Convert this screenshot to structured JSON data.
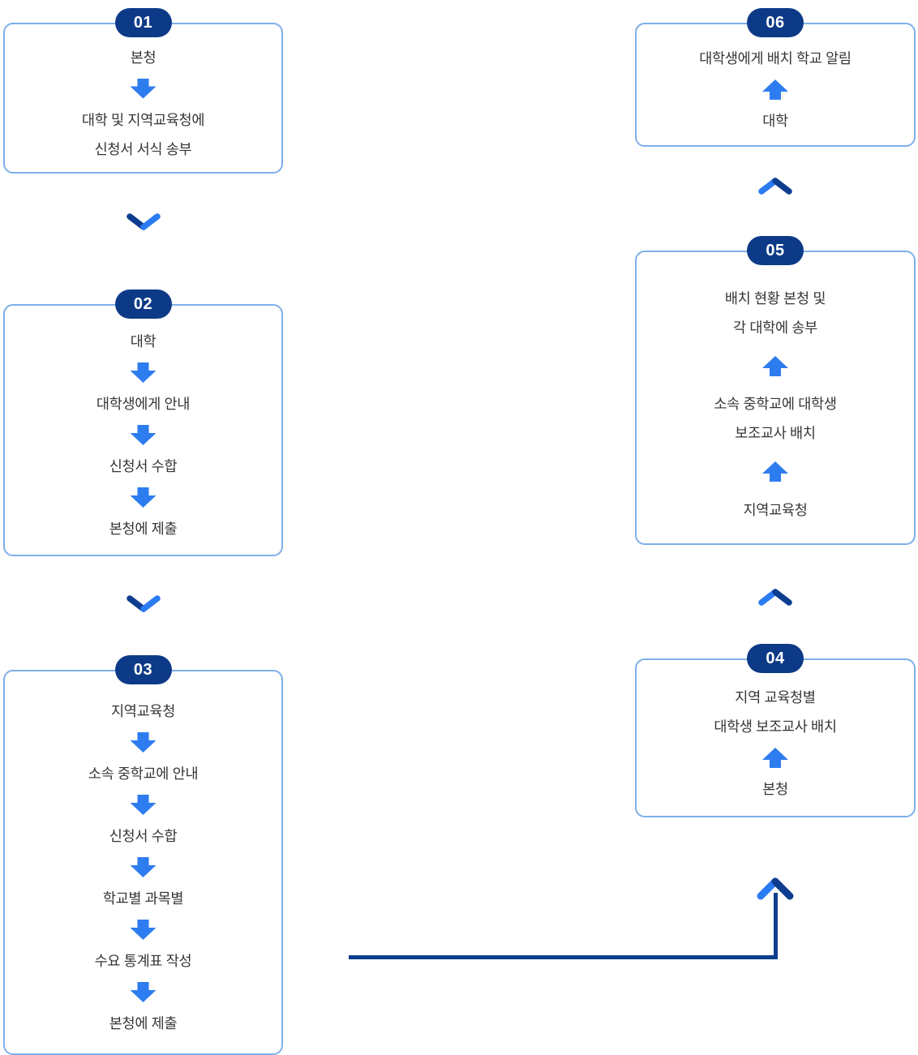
{
  "colors": {
    "badge_navy": "#0d3a87",
    "box_border_light_blue": "#7dafea",
    "arrow_bright_blue": "#2e7df0",
    "chevron_light_blue": "#2b7bf3",
    "chevron_dark_navy": "#0d3d8f",
    "connector_line_navy": "#0e3e8e",
    "text": "#353535",
    "background": "#ffffff"
  },
  "columns": [
    {
      "side": "left",
      "flow_direction": "down",
      "boxes": [
        {
          "number": "01",
          "steps": [
            [
              "본청"
            ],
            [
              "대학 및 지역교육청에",
              "신청서 서식 송부"
            ]
          ]
        },
        {
          "number": "02",
          "steps": [
            [
              "대학"
            ],
            [
              "대학생에게 안내"
            ],
            [
              "신청서 수합"
            ],
            [
              "본청에 제출"
            ]
          ]
        },
        {
          "number": "03",
          "steps": [
            [
              "지역교육청"
            ],
            [
              "소속 중학교에 안내"
            ],
            [
              "신청서 수합"
            ],
            [
              "학교별 과목별"
            ],
            [
              "수요 통계표 작성"
            ],
            [
              "본청에 제출"
            ]
          ]
        }
      ]
    },
    {
      "side": "right",
      "flow_direction": "up",
      "boxes": [
        {
          "number": "06",
          "steps": [
            [
              "대학생에게 배치 학교 알림"
            ],
            [
              "대학"
            ]
          ]
        },
        {
          "number": "05",
          "steps": [
            [
              "배치 현황 본청 및",
              "각 대학에 송부"
            ],
            [
              "소속 중학교에 대학생",
              "보조교사 배치"
            ],
            [
              "지역교육청"
            ]
          ]
        },
        {
          "number": "04",
          "steps": [
            [
              "지역 교육청별",
              "대학생 보조교사 배치"
            ],
            [
              "본청"
            ]
          ]
        }
      ]
    }
  ],
  "connector": {
    "type": "elbow-arrow",
    "from": "03",
    "to": "04"
  }
}
